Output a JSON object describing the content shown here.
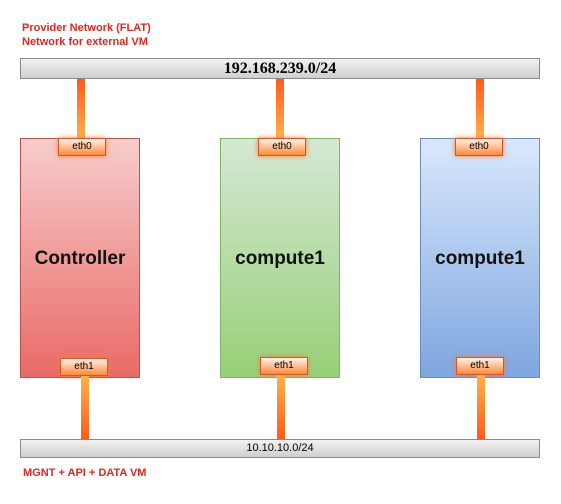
{
  "provider_network": {
    "line1": "Provider Network (FLAT)",
    "line2": "Network for external VM",
    "subnet": "192.168.239.0/24"
  },
  "management_network": {
    "subnet": "10.10.10.0/24",
    "label": "MGNT + API + DATA VM"
  },
  "nodes": [
    {
      "name": "Controller",
      "port_top": "eth0",
      "port_bottom": "eth1",
      "color": "#e96a66"
    },
    {
      "name": "compute1",
      "port_top": "eth0",
      "port_bottom": "eth1",
      "color": "#97d077"
    },
    {
      "name": "compute1",
      "port_top": "eth0",
      "port_bottom": "eth1",
      "color": "#7ea6e0"
    }
  ],
  "colors": {
    "label_red": "#e8231d",
    "cable": "#ff5a1a"
  }
}
